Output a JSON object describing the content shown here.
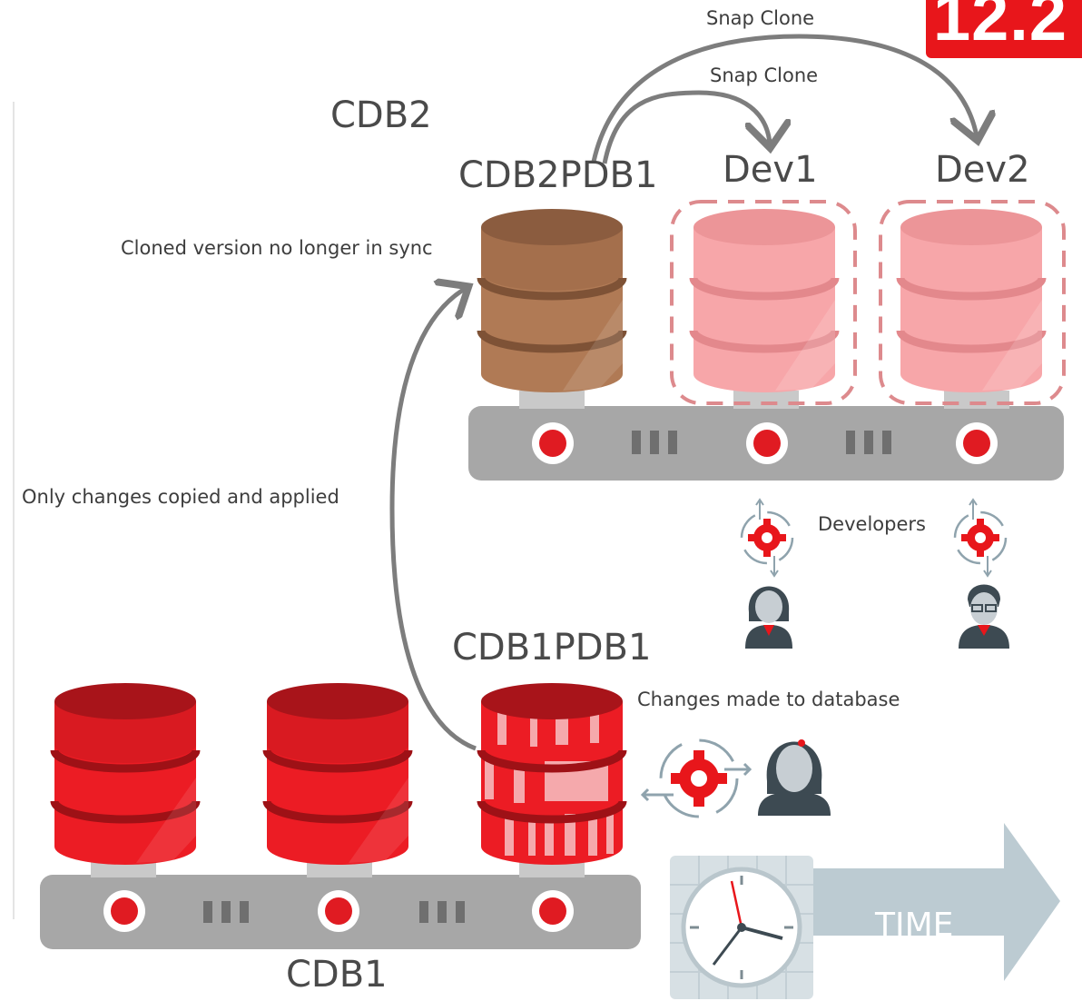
{
  "labels": {
    "snap_clone_top": "Snap Clone",
    "snap_clone_inner": "Snap Clone",
    "cdb2": "CDB2",
    "cdb2pdb1": "CDB2PDB1",
    "dev1": "Dev1",
    "dev2": "Dev2",
    "cloned_not_sync": "Cloned version no longer in sync",
    "only_changes": "Only changes copied and applied",
    "developers": "Developers",
    "cdb1pdb1": "CDB1PDB1",
    "changes_made": "Changes made to database",
    "cdb1": "CDB1",
    "time": "TIME",
    "version_badge": "12.2"
  },
  "colors": {
    "accent_red": "#e8161b",
    "db_red": "#e01b22",
    "db_brown": "#a86f4c",
    "db_pink": "#f4a2a5",
    "server_gray": "#a7a7a7",
    "arrow_gray": "#7d7d7d",
    "time_arrow": "#bccbd2"
  },
  "icons": [
    "gear-icon",
    "person-icon",
    "clock-icon",
    "arrow-right-icon"
  ]
}
